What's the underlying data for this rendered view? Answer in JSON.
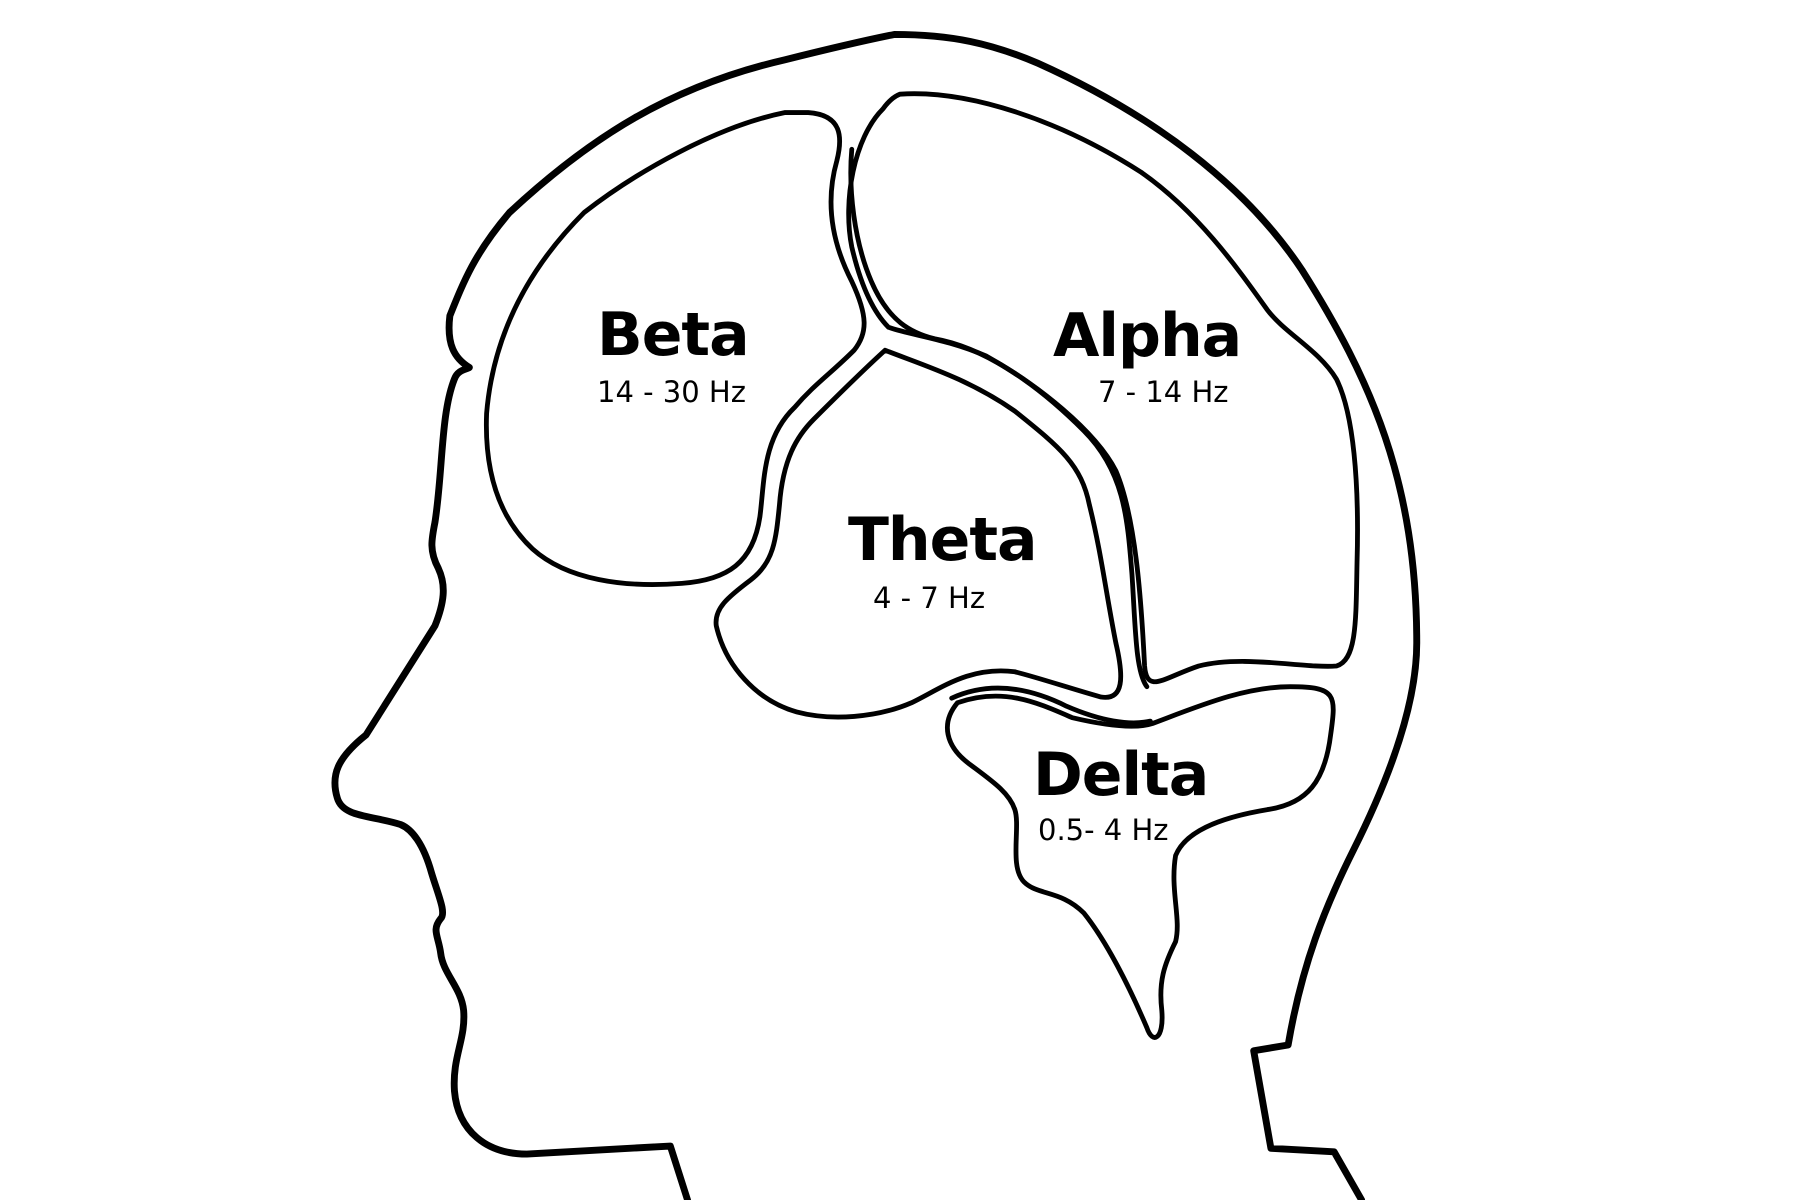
{
  "diagram": {
    "subject": "Human head silhouette with brain wave regions",
    "regions": [
      {
        "name": "Beta",
        "frequency": "14 - 30 Hz"
      },
      {
        "name": "Alpha",
        "frequency": "7 - 14 Hz"
      },
      {
        "name": "Theta",
        "frequency": "4 - 7 Hz"
      },
      {
        "name": "Delta",
        "frequency": "0.5- 4 Hz"
      }
    ],
    "colors": {
      "line": "#000000",
      "background": "#ffffff"
    }
  }
}
